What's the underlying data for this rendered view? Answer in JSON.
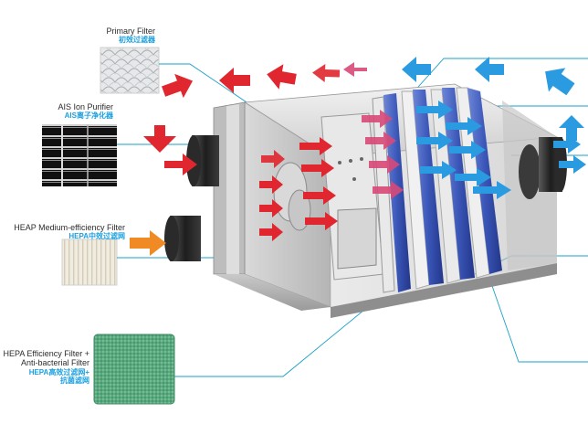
{
  "labels": {
    "primary": {
      "en": "Primary Filter",
      "cn": "初效过滤器"
    },
    "ais": {
      "en": "AIS Ion Purifier",
      "cn": "AIS离子净化器"
    },
    "heap": {
      "en": "HEAP Medium-efficiency Filter",
      "cn": "HEPA中效过滤网"
    },
    "hepa": {
      "en1": "HEPA Efficiency Filter +",
      "en2": "Anti-bacterial Filter",
      "cn1": "HEPA高效过滤网+",
      "cn2": "抗菌滤网"
    }
  },
  "colors": {
    "outgoing_air": "#e0262e",
    "incoming_air": "#2a9be0",
    "return_air": "#f08a24",
    "leader_line": "#1aa0c8",
    "filter_blue": "#3c5fc0"
  },
  "icons": [
    "outgoing-air-arrow",
    "incoming-air-arrow",
    "return-air-arrow",
    "round-duct-port"
  ]
}
